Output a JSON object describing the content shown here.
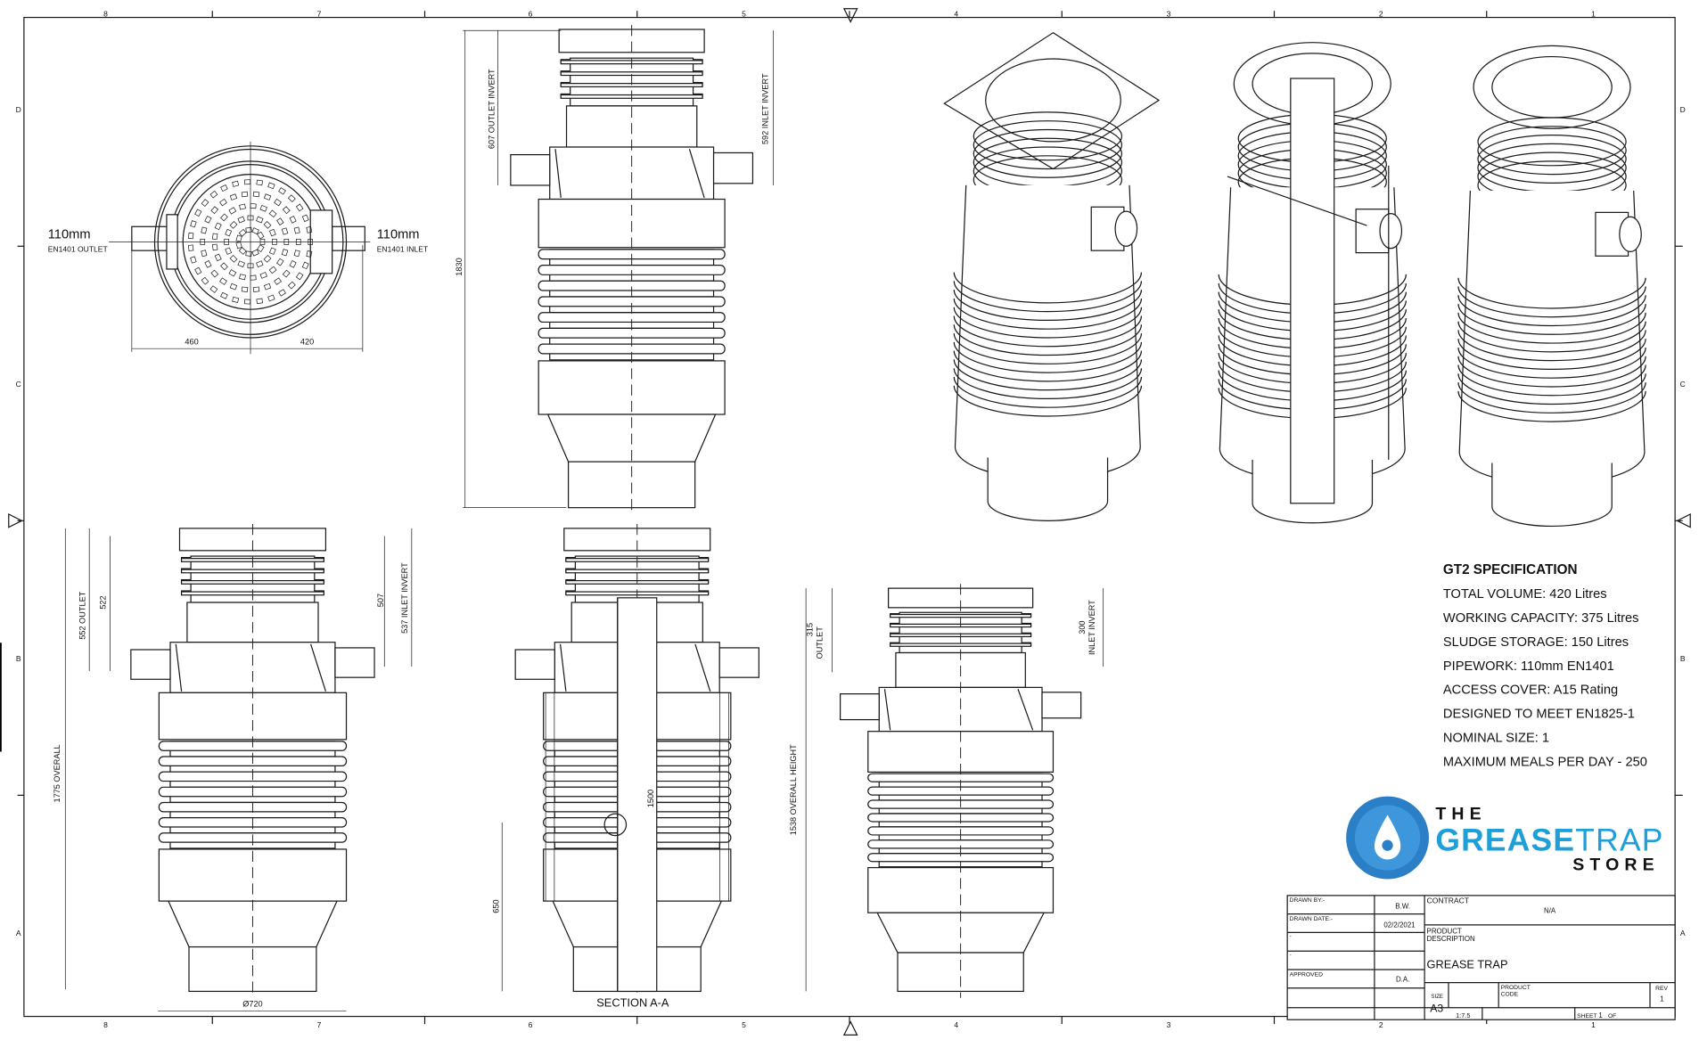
{
  "grid": {
    "columns": [
      "8",
      "7",
      "6",
      "5",
      "4",
      "3",
      "2",
      "1"
    ],
    "rows": [
      "D",
      "C",
      "B",
      "A"
    ]
  },
  "plan_view": {
    "outlet_size": "110mm",
    "outlet_label": "EN1401 OUTLET",
    "inlet_size": "110mm",
    "inlet_label": "EN1401 INLET",
    "dim_left": "460",
    "dim_right": "420"
  },
  "front_elevation": {
    "outlet_invert": "607 OUTLET INVERT",
    "inlet_invert": "592 INLET INVERT",
    "overall": "1830"
  },
  "side_elevation": {
    "outlet": "552 OUTLET",
    "outlet_inner": "522",
    "inlet_inner": "507",
    "inlet_invert": "537 INLET INVERT",
    "overall": "1775 OVERALL",
    "diameter": "Ø720"
  },
  "section": {
    "title": "SECTION A-A",
    "inner_height": "1500",
    "lower_height": "650"
  },
  "short_elevation": {
    "outlet_value": "315",
    "outlet_label": "OUTLET",
    "inlet_value": "300",
    "inlet_label": "INLET INVERT",
    "overall": "1538 OVERALL HEIGHT"
  },
  "specification": {
    "title": "GT2 SPECIFICATION",
    "lines": [
      "TOTAL VOLUME: 420 Litres",
      "WORKING CAPACITY: 375 Litres",
      "SLUDGE STORAGE: 150 Litres",
      "PIPEWORK: 110mm EN1401",
      "ACCESS COVER: A15 Rating",
      "DESIGNED TO MEET EN1825-1",
      "NOMINAL SIZE: 1",
      "MAXIMUM MEALS PER DAY - 250"
    ]
  },
  "logo": {
    "line1": "THE",
    "line2a": "GREASE",
    "line2b": "TRAP",
    "line3": "STORE",
    "colors": {
      "teal": "#1aa08a",
      "blue": "#1e9fd8",
      "drop": "#2b7fc7"
    }
  },
  "title_block": {
    "drawn_by_label": "DRAWN BY:-",
    "drawn_by": "B.W.",
    "drawn_date_label": "DRAWN DATE:-",
    "drawn_date": "02/2/2021",
    "blank1": "-",
    "blank2": "-",
    "approved_label": "APPROVED",
    "approved": "D.A.",
    "contract_label": "CONTRACT",
    "contract": "N/A",
    "product_description_label_1": "PRODUCT",
    "product_description_label_2": "DESCRIPTION",
    "product_description": "GREASE TRAP",
    "size_label": "SIZE",
    "size": "A3",
    "product_code_label_1": "PRODUCT",
    "product_code_label_2": "CODE",
    "rev_label": "REV",
    "rev": "1",
    "scale": "1:7.5",
    "sheet_label": "SHEET",
    "sheet": "1",
    "of_label": "OF"
  }
}
